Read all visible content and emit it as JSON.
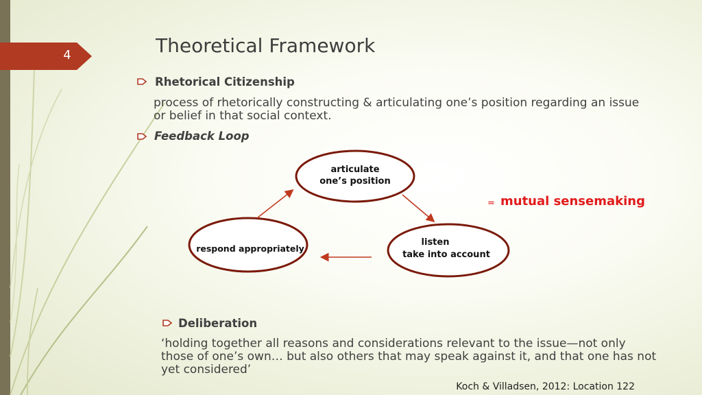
{
  "slide": {
    "number": "4",
    "title": "Theoretical Framework",
    "accent_color": "#b03a22"
  },
  "bullets": [
    {
      "label": "Rhetorical Citizenship",
      "body": "process of rhetorically constructing & articulating one’s position regarding an issue or belief in that social context."
    },
    {
      "label": "Feedback Loop"
    },
    {
      "label": "Deliberation",
      "body": "‘holding together all reasons and considerations relevant to the issue—not only those of one’s own… but also others that may speak against it, and that one has not yet considered’"
    }
  ],
  "diagram": {
    "node_top_line1": "articulate",
    "node_top_line2": "one’s position",
    "node_right_line1": "listen",
    "node_right_line2": "take into account",
    "node_left": "respond appropriately",
    "equals": "=",
    "result": "mutual sensemaking",
    "result_color": "#e11a1a",
    "ellipse_stroke": "#7a1a0a",
    "arrow_color": "#c0391e"
  },
  "citation": "Koch & Villadsen, 2012: Location 122"
}
